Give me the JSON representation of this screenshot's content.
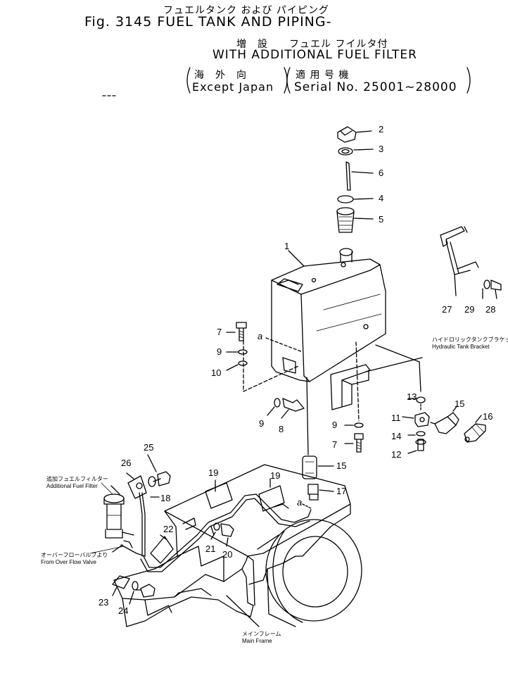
{
  "header": {
    "jp_title": "フュエルタンク および パイピング",
    "fig_title": "Fig. 3145  FUEL TANK AND PIPING-",
    "jp_sub": "増　設　　フュエル フイルタ付",
    "sub_title": "WITH ADDITIONAL FUEL FILTER",
    "jp_note_left": "海　外　向",
    "jp_note_right": "適 用 号 機",
    "note_left": "Except Japan",
    "note_right": "Serial No. 25001~28000"
  },
  "callouts": {
    "n1": "1",
    "n2": "2",
    "n3": "3",
    "n4": "4",
    "n5": "5",
    "n6": "6",
    "n7a": "7",
    "n7b": "7",
    "n8": "8",
    "n9a": "9",
    "n9b": "9",
    "n9c": "9",
    "n10": "10",
    "n11": "11",
    "n12": "12",
    "n13": "13",
    "n14": "14",
    "n15a": "15",
    "n15b": "15",
    "n16": "16",
    "n17": "17",
    "n18": "18",
    "n19a": "19",
    "n19b": "19",
    "n20": "20",
    "n21": "21",
    "n22": "22",
    "n23": "23",
    "n24": "24",
    "n25": "25",
    "n26": "26",
    "n27": "27",
    "n28": "28",
    "n29": "29",
    "ref_a1": "a",
    "ref_a2": "a"
  },
  "labels": {
    "bracket_jp": "ハイドロリックタンクブラケット",
    "bracket_en": "Hydraulic Tank Bracket",
    "filter_jp": "追加フュエルフィルター",
    "filter_en": "Additional Fuel Filter",
    "overflow_jp": "オーバーフローバルブより",
    "overflow_en": "From Over Flow Valve",
    "frame_jp": "メインフレーム",
    "frame_en": "Main Frame"
  }
}
